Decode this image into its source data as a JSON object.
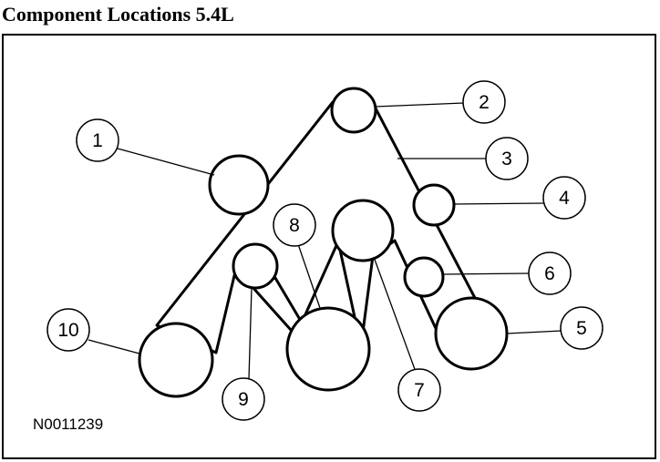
{
  "title": "Component Locations 5.4L",
  "reference_code": "N0011239",
  "callouts": [
    {
      "id": "1",
      "label": "1"
    },
    {
      "id": "2",
      "label": "2"
    },
    {
      "id": "3",
      "label": "3"
    },
    {
      "id": "4",
      "label": "4"
    },
    {
      "id": "5",
      "label": "5"
    },
    {
      "id": "6",
      "label": "6"
    },
    {
      "id": "7",
      "label": "7"
    },
    {
      "id": "8",
      "label": "8"
    },
    {
      "id": "9",
      "label": "9"
    },
    {
      "id": "10",
      "label": "10"
    }
  ]
}
